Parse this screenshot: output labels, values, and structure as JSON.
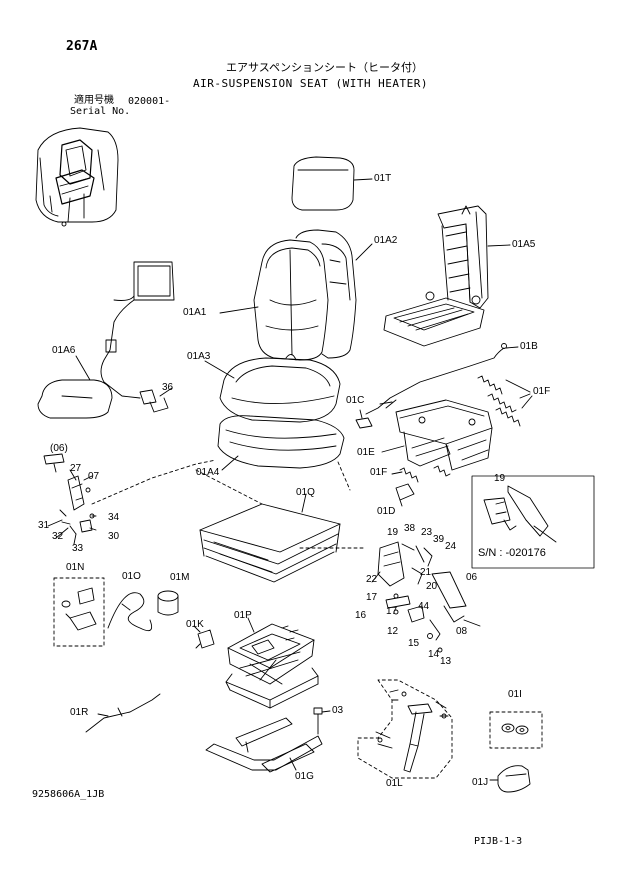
{
  "header": {
    "page_code": "267A",
    "title_jp": "エアサスペンションシート（ヒータ付）",
    "title_en": "AIR-SUSPENSION SEAT (WITH HEATER)",
    "applicable_jp": "適用号機",
    "serial_range": "020001-",
    "serial_label": "Serial No."
  },
  "labels": {
    "p01T": "01T",
    "p01A2": "01A2",
    "p01A5": "01A5",
    "p01A1": "01A1",
    "p01A6": "01A6",
    "p01A3": "01A3",
    "p01B": "01B",
    "p36": "36",
    "p01F_a": "01F",
    "p01C": "01C",
    "p01E": "01E",
    "p01A4": "01A4",
    "p06_paren": "(06)",
    "p27": "27",
    "p07": "07",
    "p01F_b": "01F",
    "p01Q": "01Q",
    "p01D": "01D",
    "p34": "34",
    "p31": "31",
    "p32": "32",
    "p30": "30",
    "p33": "33",
    "p19_inset": "19",
    "p38": "38",
    "p19": "19",
    "p23": "23",
    "p39": "39",
    "p24": "24",
    "p22": "22",
    "p21": "21",
    "p06": "06",
    "p20": "20",
    "p17a": "17",
    "p17b": "17",
    "p44": "44",
    "p16": "16",
    "p12": "12",
    "p08": "08",
    "p15": "15",
    "p14": "14",
    "p13": "13",
    "p01N": "01N",
    "p01O": "01O",
    "p01M": "01M",
    "p01K": "01K",
    "p01P": "01P",
    "p01R": "01R",
    "p03": "03",
    "p01I": "01I",
    "p01L": "01L",
    "p01G": "01G",
    "p01J": "01J"
  },
  "inset": {
    "serial_note": "S/N : -020176"
  },
  "footer": {
    "drawing_number": "9258606A_1JB",
    "page_ref": "PIJB-1-3"
  }
}
